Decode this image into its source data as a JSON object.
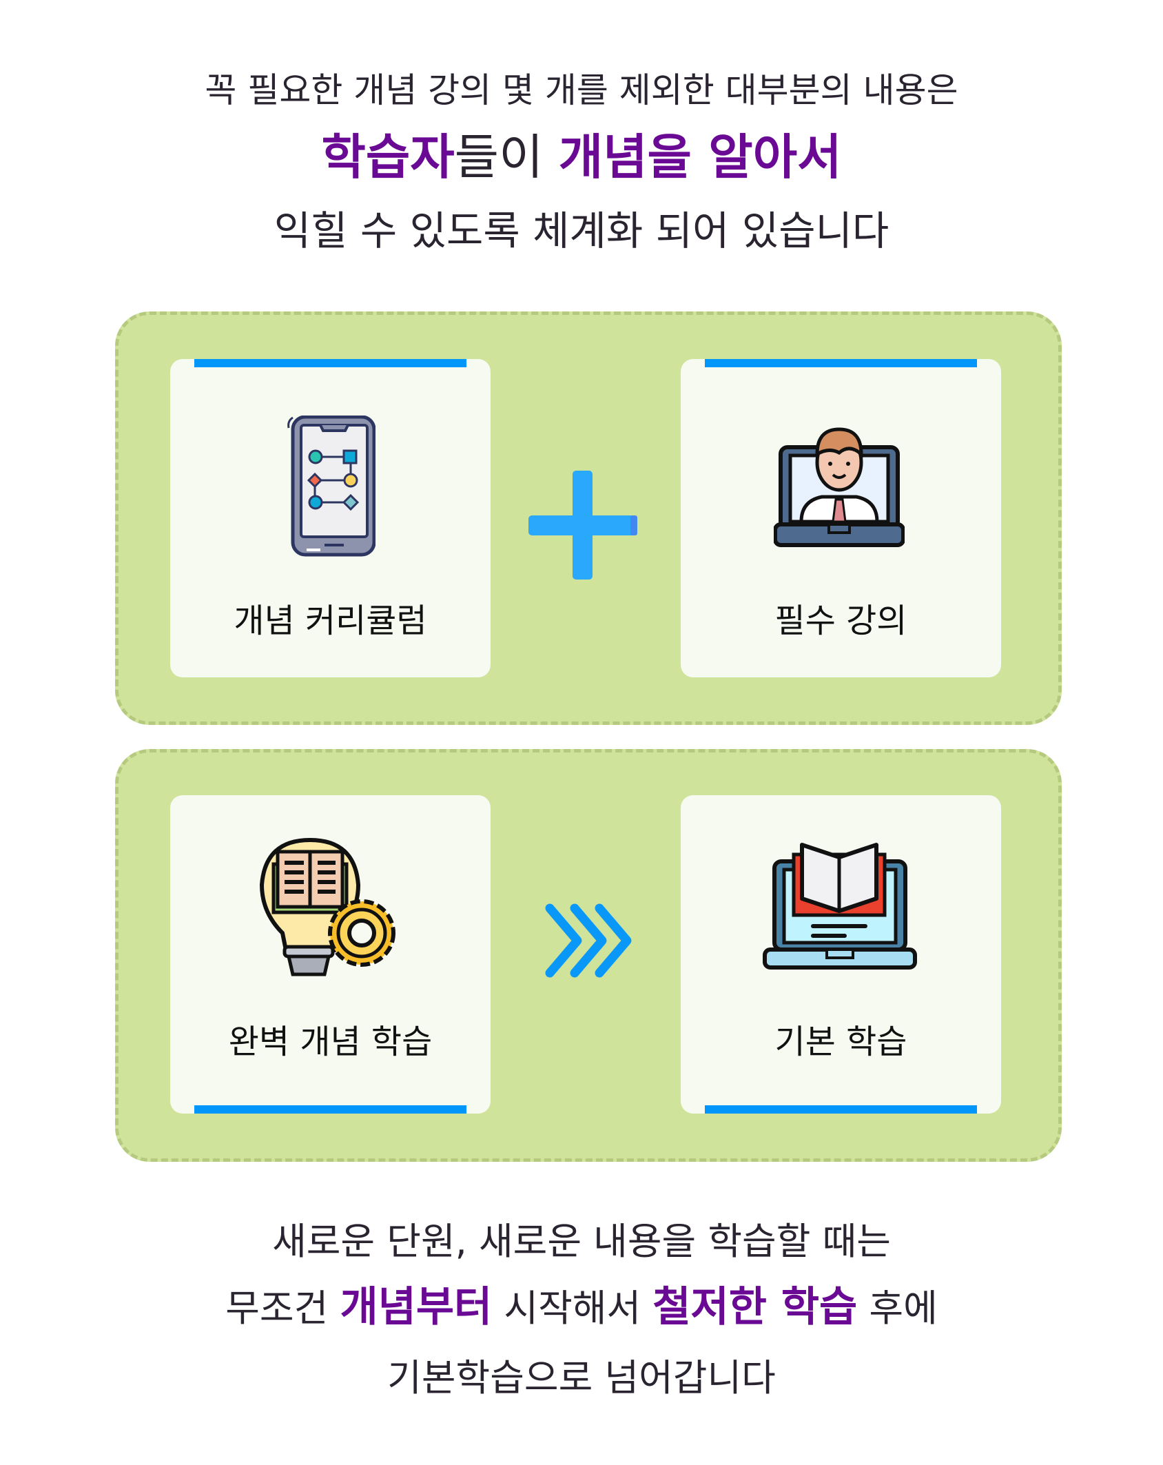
{
  "intro": {
    "line1": "꼭 필요한 개념 강의 몇 개를 제외한 대부분의 내용은",
    "line2": {
      "part1_highlight": "학습자",
      "part2": "들이 ",
      "part3_highlight": "개념을 알아서"
    },
    "line3": "익힐 수 있도록 체계화 되어 있습니다"
  },
  "panels": [
    {
      "cards": [
        {
          "label": "개념 커리큘럼",
          "icon": "phone-flowchart-icon"
        },
        {
          "label": "필수 강의",
          "icon": "laptop-lecturer-icon"
        }
      ],
      "operator": "plus-icon"
    },
    {
      "cards": [
        {
          "label": "완벽 개념 학습",
          "icon": "bulb-book-gear-icon"
        },
        {
          "label": "기본 학습",
          "icon": "laptop-book-icon"
        }
      ],
      "operator": "triple-chevron-right-icon"
    }
  ],
  "outro": {
    "line1": "새로운 단원, 새로운 내용을 학습할 때는",
    "line2": {
      "part1": "무조건 ",
      "part2_highlight": "개념부터",
      "part3": " 시작해서 ",
      "part4_highlight": "철저한 학습",
      "part5": " 후에"
    },
    "line3": "기본학습으로 넘어갑니다"
  },
  "colors": {
    "highlight": "#6a0a94",
    "text": "#2a2430",
    "panel_bg": "#cfe39a",
    "panel_border": "#b5c97f",
    "card_bg": "#f7faf1",
    "accent_blue": "#0096fa",
    "operator_blue": "#29a8fc"
  }
}
